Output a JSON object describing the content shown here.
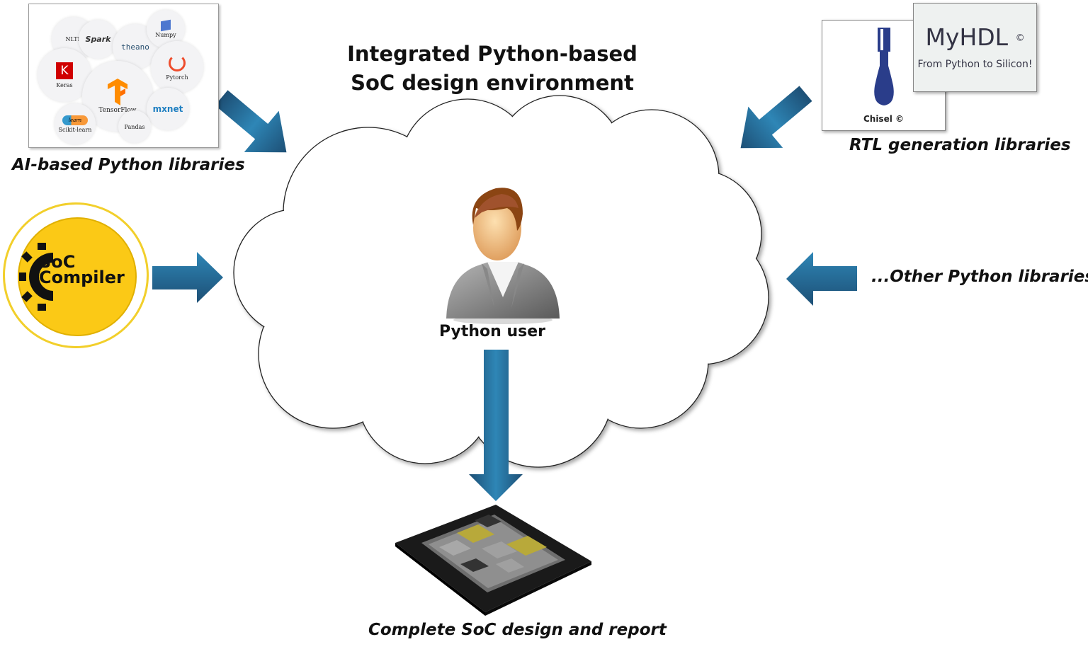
{
  "title_line1": "Integrated Python-based",
  "title_line2": "SoC design environment",
  "ai_libraries": {
    "caption": "AI-based Python libraries",
    "items": [
      "NLTK",
      "Spark",
      "theano",
      "Numpy",
      "Keras",
      "TensorFlow",
      "Pytorch",
      "mxnet",
      "Scikit-learn",
      "Pandas"
    ],
    "keras_letter": "K",
    "sklearn_mark": "learn"
  },
  "rtl_libraries": {
    "caption": "RTL generation libraries",
    "chisel_label": "Chisel ©",
    "myhdl_title": "MyHDL",
    "myhdl_copyright": "©",
    "myhdl_tagline": "From Python to Silicon!"
  },
  "soc_compiler": {
    "line1": "SoC",
    "line2": "Compiler"
  },
  "other_libraries": {
    "caption": "...Other Python libraries"
  },
  "user": {
    "label": "Python user"
  },
  "output": {
    "caption": "Complete SoC design and report"
  },
  "colors": {
    "arrow_dark": "#1d4f75",
    "arrow_light": "#2b7aa8",
    "soc_yellow": "#fbc916",
    "chip_gold": "#b8a93a"
  }
}
